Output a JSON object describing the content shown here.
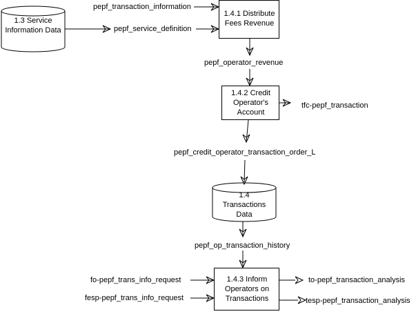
{
  "processes": [
    {
      "id": "p141",
      "lines": [
        "1.4.1 Distribute",
        "Fees Revenue"
      ]
    },
    {
      "id": "p142",
      "lines": [
        "1.4.2 Credit",
        "Operator's",
        "Account"
      ]
    },
    {
      "id": "p143",
      "lines": [
        "1.4.3 Inform",
        "Operators on",
        "Transactions"
      ]
    }
  ],
  "stores": [
    {
      "id": "s13",
      "lines": [
        "1.3 Service",
        "Information Data"
      ]
    },
    {
      "id": "s14",
      "lines": [
        "1.4",
        "Transactions",
        "Data"
      ]
    }
  ],
  "flows": {
    "transaction_information": "pepf_transaction_information",
    "service_definition": "pepf_service_definition",
    "operator_revenue": "pepf_operator_revenue",
    "tfc_transaction": "tfc-pepf_transaction",
    "credit_operator_order": "pepf_credit_operator_transaction_order_L",
    "op_transaction_history": "pepf_op_transaction_history",
    "fo_trans_info_request": "fo-pepf_trans_info_request",
    "fesp_trans_info_request": "fesp-pepf_trans_info_request",
    "to_transaction_analysis": "to-pepf_transaction_analysis",
    "tesp_transaction_analysis": "tesp-pepf_transaction_analysis"
  },
  "colors": {
    "line": "#000000",
    "background": "#ffffff"
  }
}
